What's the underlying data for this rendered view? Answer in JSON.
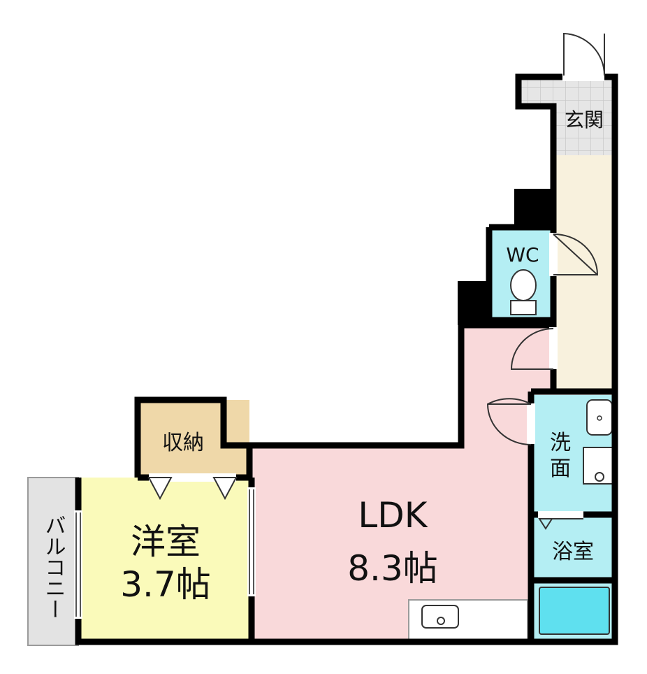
{
  "colors": {
    "wall": "#000000",
    "ldk": "#f9d9da",
    "western": "#fafaba",
    "storage": "#efd8a9",
    "wc": "#b4eef3",
    "washroom": "#b4eef3",
    "bath": "#b4eef3",
    "bathtub": "#5fe0ef",
    "hallway": "#f8f1dd",
    "entrance_tile": "#e6e6e6",
    "balcony": "#e3e3e3"
  },
  "rooms": {
    "entrance": {
      "label": "玄関"
    },
    "wc": {
      "label": "WC"
    },
    "storage": {
      "label": "収納"
    },
    "washroom": {
      "label_line1": "洗",
      "label_line2": "面"
    },
    "bath": {
      "label": "浴室"
    },
    "ldk": {
      "label_line1": "LDK",
      "label_line2": "8.3帖"
    },
    "western": {
      "label_line1": "洋室",
      "label_line2": "3.7帖"
    },
    "balcony": {
      "label": "バルコニー"
    }
  }
}
